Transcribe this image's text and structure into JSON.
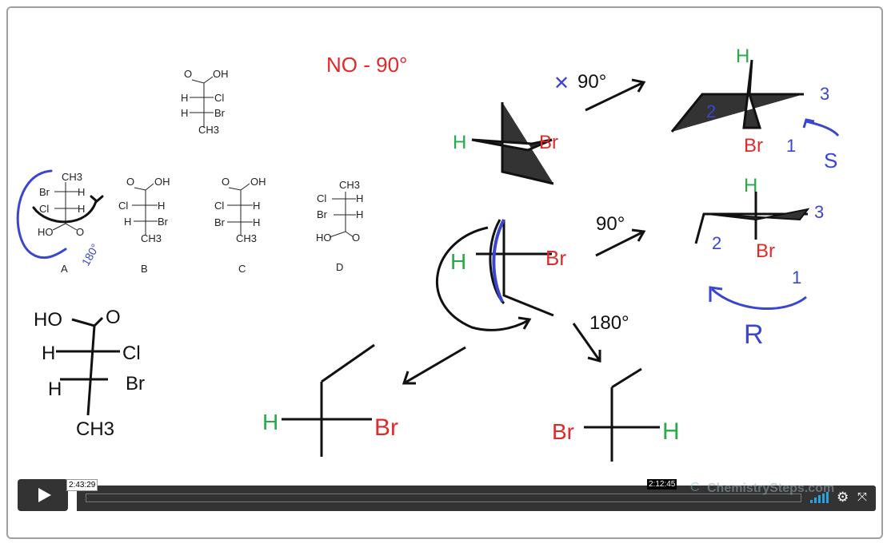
{
  "player": {
    "current_time_tooltip": "2:43:29",
    "hover_time_tooltip": "2:12:45",
    "watermark": "ChemistrySteps.com",
    "watermark_logo": "C"
  },
  "icons": {
    "play": "play-icon",
    "quality": "signal-bars-icon",
    "settings": "gear-icon",
    "fullscreen": "fullscreen-icon"
  },
  "board": {
    "top_molecule": {
      "o": "O",
      "oh": "OH",
      "h1": "H",
      "cl": "Cl",
      "h2": "H",
      "br": "Br",
      "ch3": "CH3"
    },
    "options": [
      {
        "label": "A",
        "top": "CH3",
        "l1": "Br",
        "r1": "H",
        "l2": "Cl",
        "r2": "H",
        "bl": "HO",
        "br": "O"
      },
      {
        "label": "B",
        "o": "O",
        "oh": "OH",
        "l1": "Cl",
        "r1": "H",
        "l2": "H",
        "r2": "Br",
        "bottom": "CH3"
      },
      {
        "label": "C",
        "o": "O",
        "oh": "OH",
        "l1": "Cl",
        "r1": "H",
        "l2": "Br",
        "r2": "H",
        "bottom": "CH3"
      },
      {
        "label": "D",
        "top": "CH3",
        "l1": "Cl",
        "r1": "H",
        "l2": "Br",
        "r2": "H",
        "bl": "HO",
        "br": "O"
      }
    ],
    "annot_180_a": "180°",
    "no90": "NO - 90°",
    "hand_fischer": {
      "ho": "HO",
      "o": "O",
      "h1": "H",
      "cl": "Cl",
      "h2": "H",
      "br": "Br",
      "ch3": "CH3"
    },
    "x90": "90°",
    "rot90": "90°",
    "rot180": "180°",
    "newman_top": {
      "h": "H",
      "br": "Br"
    },
    "center": {
      "h": "H",
      "br": "Br"
    },
    "bottom_left": {
      "h": "H",
      "br": "Br"
    },
    "bottom_right": {
      "br": "Br",
      "h": "H"
    },
    "s_proj": {
      "h": "H",
      "br": "Br",
      "n1": "1",
      "n2": "2",
      "n3": "3",
      "config": "S"
    },
    "r_proj": {
      "h": "H",
      "br": "Br",
      "n1": "1",
      "n2": "2",
      "n3": "3",
      "config": "R"
    }
  },
  "colors": {
    "red": "#e02a2a",
    "green": "#2aa84a",
    "blue": "#3b46d0",
    "black": "#111111"
  }
}
